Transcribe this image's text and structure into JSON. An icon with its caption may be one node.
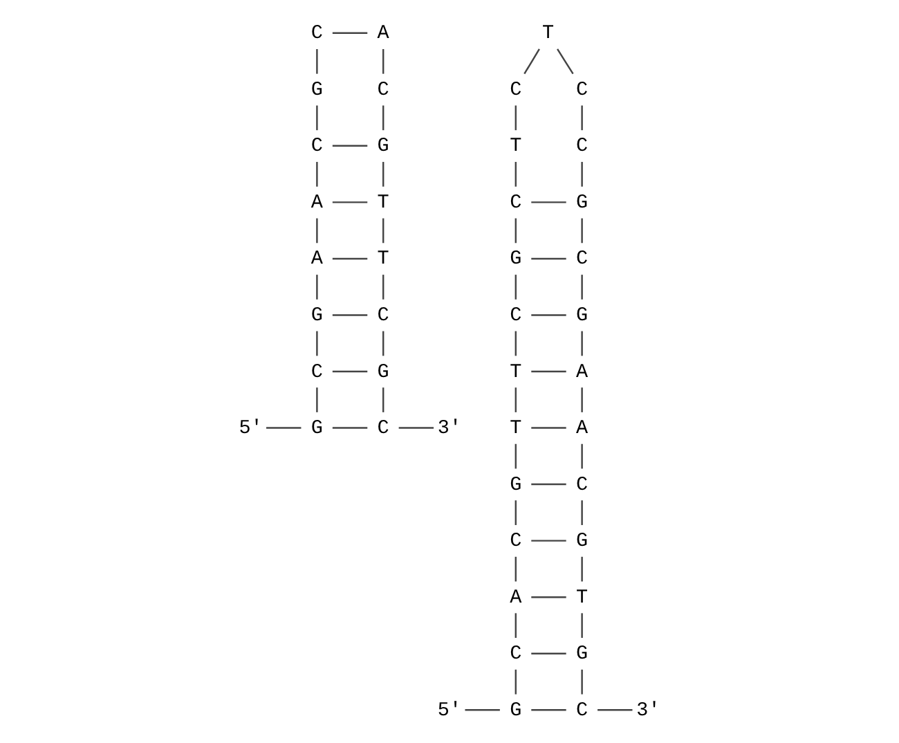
{
  "diagram": {
    "nodes": [
      {
        "text": [
          "5'"
        ]
      },
      {
        "text": [
          "G"
        ]
      },
      {
        "text": [
          "C"
        ]
      },
      {
        "text": [
          "G"
        ]
      },
      {
        "text": [
          "A"
        ]
      },
      {
        "text": [
          "A"
        ]
      },
      {
        "text": [
          "C"
        ]
      },
      {
        "text": [
          "G"
        ]
      },
      {
        "text": [
          "C"
        ]
      },
      {
        "text": [
          "A"
        ]
      },
      {
        "text": [
          "C"
        ]
      },
      {
        "text": [
          "G"
        ]
      },
      {
        "text": [
          "T"
        ]
      },
      {
        "text": [
          "T"
        ]
      },
      {
        "text": [
          "C"
        ]
      },
      {
        "text": [
          "G"
        ]
      },
      {
        "text": [
          "C"
        ]
      },
      {
        "text": [
          "3'"
        ]
      },
      {
        "text": [
          "5'"
        ]
      },
      {
        "text": [
          "G"
        ]
      },
      {
        "text": [
          "C"
        ]
      },
      {
        "text": [
          "A"
        ]
      },
      {
        "text": [
          "C"
        ]
      },
      {
        "text": [
          "G"
        ]
      },
      {
        "text": [
          "T"
        ]
      },
      {
        "text": [
          "T"
        ]
      },
      {
        "text": [
          "C"
        ]
      },
      {
        "text": [
          "G"
        ]
      },
      {
        "text": [
          "C"
        ]
      },
      {
        "text": [
          "T"
        ]
      },
      {
        "text": [
          "C"
        ]
      },
      {
        "text": [
          "T"
        ]
      },
      {
        "text": [
          "C"
        ]
      },
      {
        "text": [
          "C"
        ]
      },
      {
        "text": [
          "G"
        ]
      },
      {
        "text": [
          "C"
        ]
      },
      {
        "text": [
          "G"
        ]
      },
      {
        "text": [
          "A"
        ]
      },
      {
        "text": [
          "A"
        ]
      },
      {
        "text": [
          "C"
        ]
      },
      {
        "text": [
          "G"
        ]
      },
      {
        "text": [
          "T"
        ]
      },
      {
        "text": [
          "G"
        ]
      },
      {
        "text": [
          "C"
        ]
      },
      {
        "text": [
          "3'"
        ]
      }
    ],
    "edges": [
      {
        "from": 0,
        "to": 1,
        "arrow": "none"
      },
      {
        "from": 16,
        "to": 17,
        "arrow": "none"
      },
      {
        "from": 1,
        "to": 16,
        "arrow": "none"
      },
      {
        "from": 2,
        "to": 15,
        "arrow": "none"
      },
      {
        "from": 3,
        "to": 14,
        "arrow": "none"
      },
      {
        "from": 4,
        "to": 13,
        "arrow": "none"
      },
      {
        "from": 5,
        "to": 12,
        "arrow": "none"
      },
      {
        "from": 6,
        "to": 11,
        "arrow": "none"
      },
      {
        "from": 2,
        "to": 1,
        "arrow": "none"
      },
      {
        "from": 3,
        "to": 2,
        "arrow": "none"
      },
      {
        "from": 4,
        "to": 3,
        "arrow": "none"
      },
      {
        "from": 5,
        "to": 4,
        "arrow": "none"
      },
      {
        "from": 6,
        "to": 5,
        "arrow": "none"
      },
      {
        "from": 11,
        "to": 12,
        "arrow": "none"
      },
      {
        "from": 12,
        "to": 13,
        "arrow": "none"
      },
      {
        "from": 13,
        "to": 14,
        "arrow": "none"
      },
      {
        "from": 14,
        "to": 15,
        "arrow": "none"
      },
      {
        "from": 15,
        "to": 16,
        "arrow": "none"
      },
      {
        "from": 8,
        "to": 9,
        "arrow": "none"
      },
      {
        "from": 8,
        "to": 7,
        "arrow": "none"
      },
      {
        "from": 9,
        "to": 10,
        "arrow": "none"
      },
      {
        "from": 7,
        "to": 6,
        "arrow": "none"
      },
      {
        "from": 10,
        "to": 11,
        "arrow": "none"
      },
      {
        "from": 18,
        "to": 19,
        "arrow": "none"
      },
      {
        "from": 43,
        "to": 44,
        "arrow": "none"
      },
      {
        "from": 19,
        "to": 43,
        "arrow": "none"
      },
      {
        "from": 20,
        "to": 42,
        "arrow": "none"
      },
      {
        "from": 21,
        "to": 41,
        "arrow": "none"
      },
      {
        "from": 22,
        "to": 40,
        "arrow": "none"
      },
      {
        "from": 23,
        "to": 39,
        "arrow": "none"
      },
      {
        "from": 24,
        "to": 38,
        "arrow": "none"
      },
      {
        "from": 25,
        "to": 37,
        "arrow": "none"
      },
      {
        "from": 26,
        "to": 36,
        "arrow": "none"
      },
      {
        "from": 27,
        "to": 35,
        "arrow": "none"
      },
      {
        "from": 28,
        "to": 34,
        "arrow": "none"
      },
      {
        "from": 20,
        "to": 19,
        "arrow": "none"
      },
      {
        "from": 21,
        "to": 20,
        "arrow": "none"
      },
      {
        "from": 22,
        "to": 21,
        "arrow": "none"
      },
      {
        "from": 23,
        "to": 22,
        "arrow": "none"
      },
      {
        "from": 24,
        "to": 23,
        "arrow": "none"
      },
      {
        "from": 25,
        "to": 24,
        "arrow": "none"
      },
      {
        "from": 26,
        "to": 25,
        "arrow": "none"
      },
      {
        "from": 27,
        "to": 26,
        "arrow": "none"
      },
      {
        "from": 28,
        "to": 27,
        "arrow": "none"
      },
      {
        "from": 34,
        "to": 35,
        "arrow": "none"
      },
      {
        "from": 35,
        "to": 36,
        "arrow": "none"
      },
      {
        "from": 36,
        "to": 37,
        "arrow": "none"
      },
      {
        "from": 37,
        "to": 38,
        "arrow": "none"
      },
      {
        "from": 38,
        "to": 39,
        "arrow": "none"
      },
      {
        "from": 39,
        "to": 40,
        "arrow": "none"
      },
      {
        "from": 40,
        "to": 41,
        "arrow": "none"
      },
      {
        "from": 41,
        "to": 42,
        "arrow": "none"
      },
      {
        "from": 42,
        "to": 43,
        "arrow": "none"
      },
      {
        "from": 31,
        "to": 30,
        "arrow": "none"
      },
      {
        "from": 31,
        "to": 32,
        "arrow": "none"
      },
      {
        "from": 30,
        "to": 29,
        "arrow": "none"
      },
      {
        "from": 32,
        "to": 33,
        "arrow": "none"
      },
      {
        "from": 29,
        "to": 28,
        "arrow": "none"
      },
      {
        "from": 33,
        "to": 34,
        "arrow": "none"
      }
    ]
  }
}
